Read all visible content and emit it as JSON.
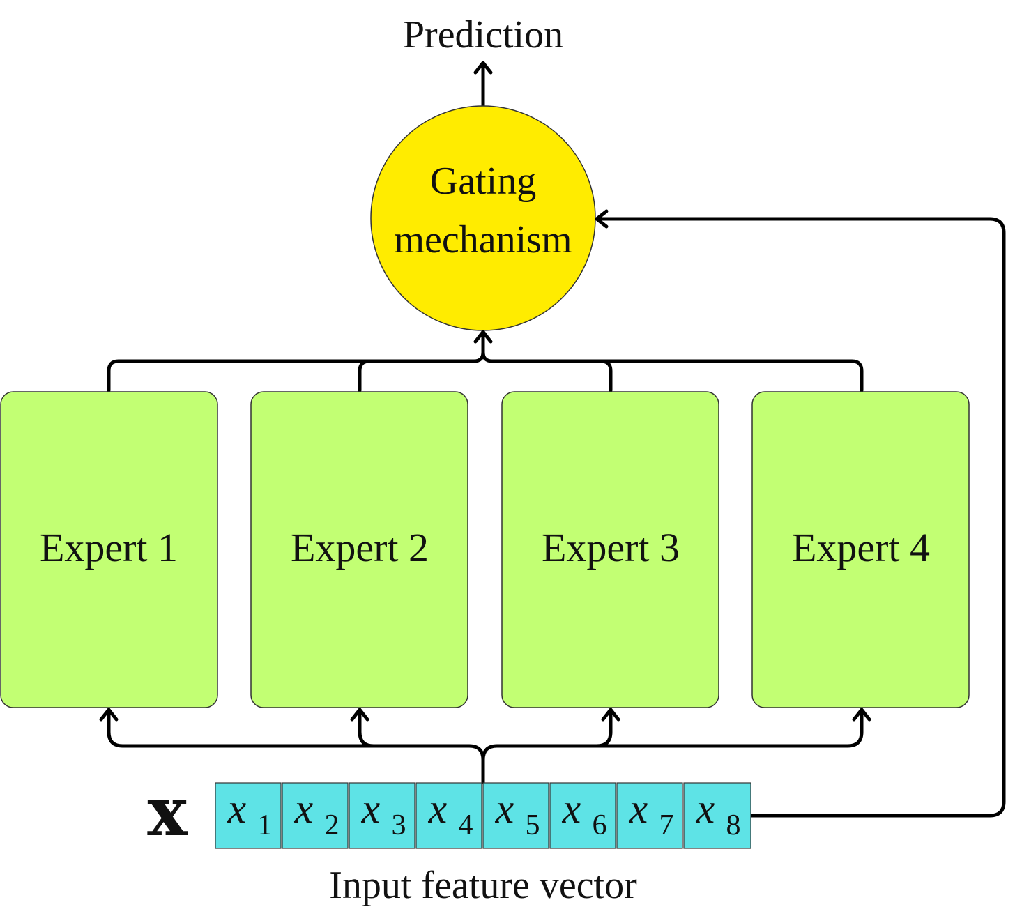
{
  "title": "Prediction",
  "gating": {
    "line1": "Gating",
    "line2": "mechanism",
    "fill": "#ffec00"
  },
  "experts": [
    {
      "label": "Expert 1"
    },
    {
      "label": "Expert 2"
    },
    {
      "label": "Expert 3"
    },
    {
      "label": "Expert 4"
    }
  ],
  "expert_fill": "#c2ff73",
  "input": {
    "vector_symbol": "x",
    "cells": [
      {
        "var": "x",
        "sub": "1"
      },
      {
        "var": "x",
        "sub": "2"
      },
      {
        "var": "x",
        "sub": "3"
      },
      {
        "var": "x",
        "sub": "4"
      },
      {
        "var": "x",
        "sub": "5"
      },
      {
        "var": "x",
        "sub": "6"
      },
      {
        "var": "x",
        "sub": "7"
      },
      {
        "var": "x",
        "sub": "8"
      }
    ],
    "cell_fill": "#5ee3e6",
    "caption": "Input feature vector"
  }
}
